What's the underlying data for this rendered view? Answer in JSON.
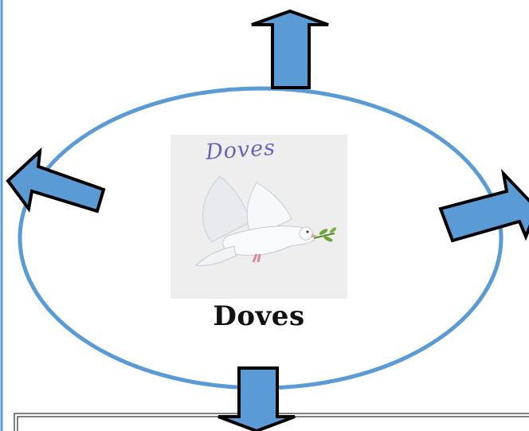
{
  "center": {
    "label": "Doves",
    "logo_text": "Doves"
  },
  "arrows": [
    {
      "direction": "up"
    },
    {
      "direction": "left"
    },
    {
      "direction": "right"
    },
    {
      "direction": "down"
    }
  ],
  "colors": {
    "ellipse_stroke": "#5b9bd5",
    "arrow_fill": "#5b9bd5",
    "arrow_stroke": "#000000",
    "frame": "#5b9bd5"
  }
}
